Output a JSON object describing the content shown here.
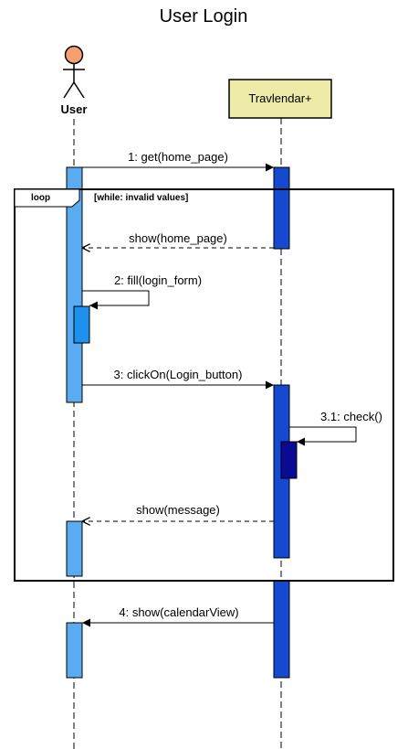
{
  "diagram": {
    "title": "User Login",
    "actor": {
      "name": "User"
    },
    "participant": {
      "name": "Travlendar+"
    },
    "loop": {
      "keyword": "loop",
      "condition": "[while: invalid values]"
    },
    "messages": [
      {
        "label": "1: get(home_page)",
        "kind": "call",
        "direction": "user-to-system"
      },
      {
        "label": "show(home_page)",
        "kind": "return",
        "direction": "system-to-user"
      },
      {
        "label": "2: fill(login_form)",
        "kind": "self-call",
        "direction": "user-self"
      },
      {
        "label": "3: clickOn(Login_button)",
        "kind": "call",
        "direction": "user-to-system"
      },
      {
        "label": "3.1: check()",
        "kind": "self-call",
        "direction": "system-self"
      },
      {
        "label": "show(message)",
        "kind": "return",
        "direction": "system-to-user"
      },
      {
        "label": "4: show(calendarView)",
        "kind": "call",
        "direction": "system-to-user"
      }
    ],
    "colors": {
      "actor_head": "#f5a070",
      "participant_box": "#eeeaa8",
      "user_activation": "#5aabef",
      "user_self_activation": "#1e90ee",
      "system_activation": "#1449d0",
      "system_self_activation": "#0a0a94"
    }
  }
}
